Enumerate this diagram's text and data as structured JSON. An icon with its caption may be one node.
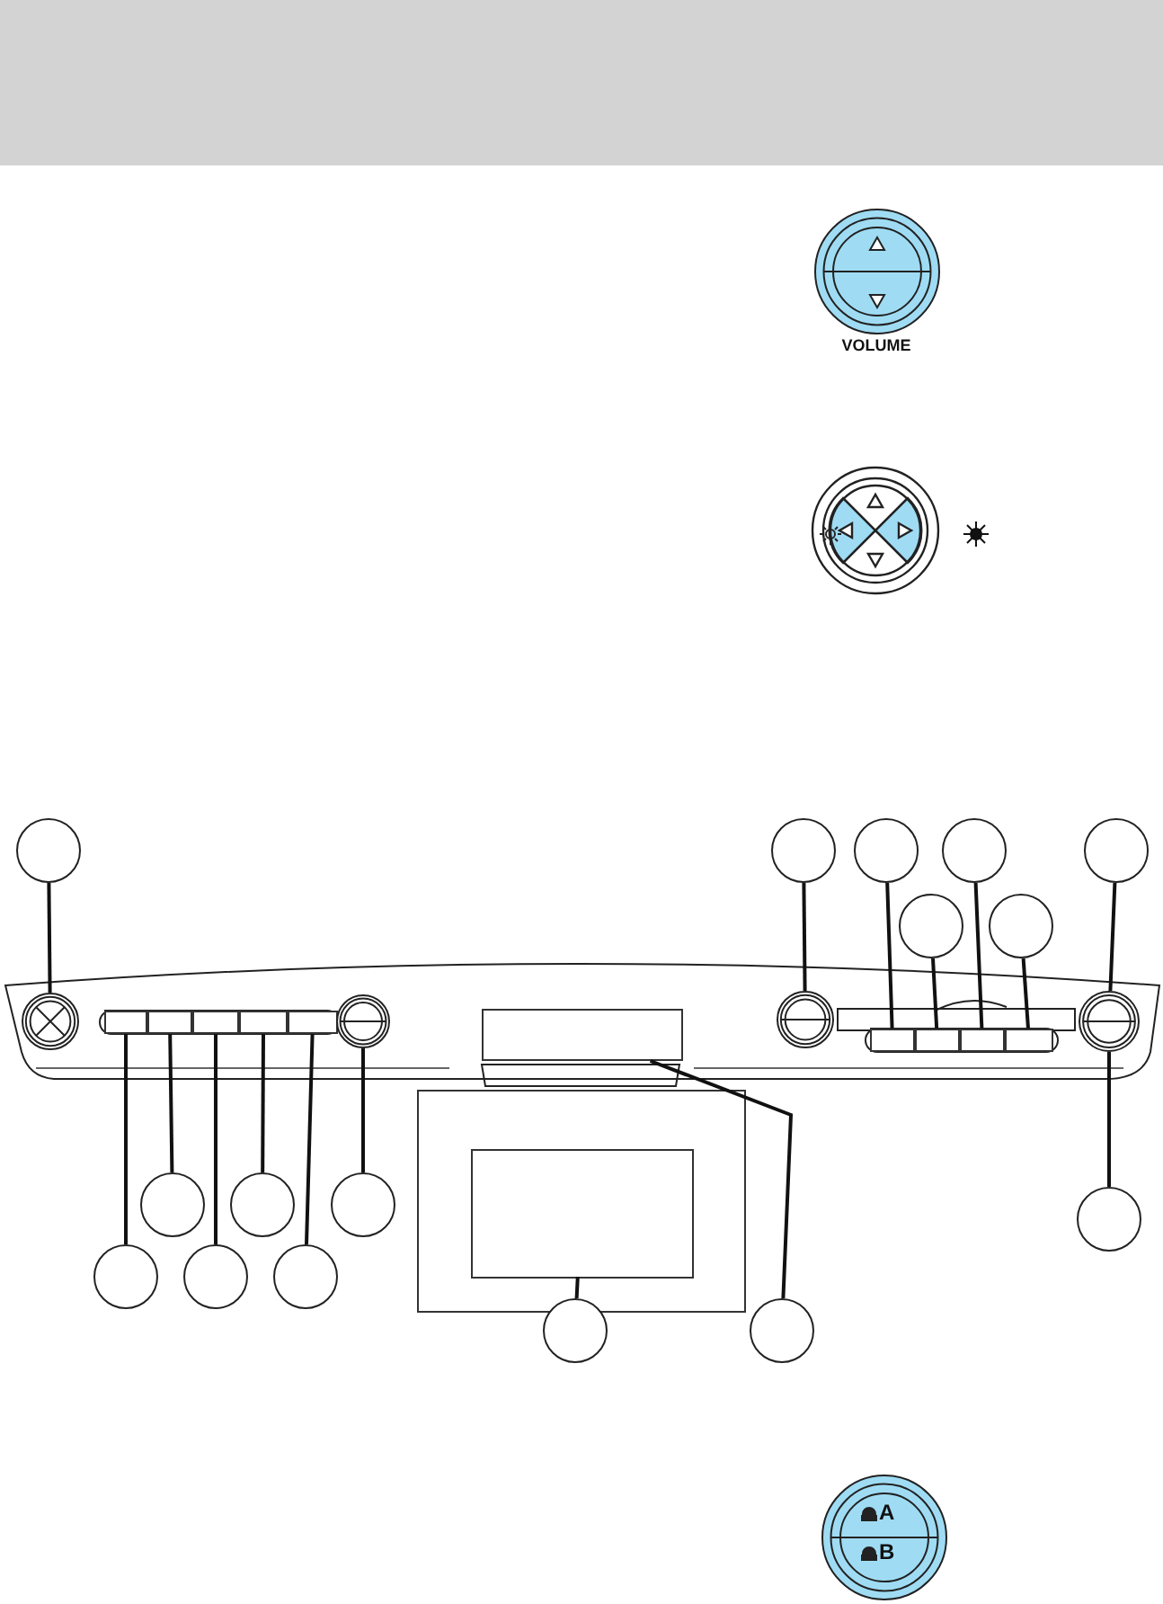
{
  "diagram": {
    "nodes": [
      {
        "text": [
          "VOLUME"
        ]
      },
      {
        "text": [],
        "shape": "circle"
      },
      {
        "text": [],
        "shape": "circle"
      },
      {
        "text": [],
        "shape": "circle"
      },
      {
        "text": [],
        "shape": "circle"
      },
      {
        "text": [],
        "shape": "circle"
      },
      {
        "text": [],
        "shape": "circle"
      },
      {
        "text": [],
        "shape": "circle"
      },
      {
        "text": [],
        "shape": "circle"
      },
      {
        "text": [],
        "shape": "circle"
      },
      {
        "text": [],
        "shape": "circle"
      },
      {
        "text": [],
        "shape": "circle"
      },
      {
        "text": [],
        "shape": "circle"
      },
      {
        "text": [],
        "shape": "circle"
      },
      {
        "text": [],
        "shape": "circle"
      },
      {
        "text": [],
        "shape": "circle"
      },
      {
        "text": [],
        "shape": "circle"
      },
      {
        "text": [],
        "shape": "circle"
      },
      {
        "text": [],
        "shape": "box"
      },
      {
        "text": [],
        "shape": "box"
      },
      {
        "text": [],
        "shape": "box"
      },
      {
        "text": [],
        "shape": "box"
      },
      {
        "text": [],
        "shape": "box"
      },
      {
        "text": [],
        "shape": "circle"
      },
      {
        "text": [],
        "shape": "box"
      },
      {
        "text": [],
        "shape": "box"
      },
      {
        "text": [],
        "shape": "box",
        "in": 25
      },
      {
        "text": [],
        "shape": "circle"
      },
      {
        "text": [],
        "shape": "box"
      },
      {
        "text": [],
        "shape": "box"
      },
      {
        "text": [],
        "shape": "box"
      },
      {
        "text": [],
        "shape": "box"
      },
      {
        "text": [],
        "shape": "circle"
      },
      {
        "text": [
          "A",
          "B"
        ]
      }
    ],
    "edges": [
      {
        "from": 1,
        "to": 17,
        "arrow": "none"
      },
      {
        "from": 2,
        "to": 27,
        "arrow": "none"
      },
      {
        "from": 3,
        "to": 28,
        "arrow": "none"
      },
      {
        "from": 4,
        "to": 30,
        "arrow": "none"
      },
      {
        "from": 5,
        "to": 32,
        "arrow": "none"
      },
      {
        "from": 6,
        "to": 29,
        "arrow": "none"
      },
      {
        "from": 7,
        "to": 31,
        "arrow": "none"
      },
      {
        "from": 8,
        "to": 19,
        "arrow": "none"
      },
      {
        "from": 9,
        "to": 21,
        "arrow": "none"
      },
      {
        "from": 10,
        "to": 23,
        "arrow": "none"
      },
      {
        "from": 11,
        "to": 32,
        "arrow": "none"
      },
      {
        "from": 12,
        "to": 18,
        "arrow": "none"
      },
      {
        "from": 13,
        "to": 20,
        "arrow": "none"
      },
      {
        "from": 14,
        "to": 22,
        "arrow": "none"
      },
      {
        "from": 15,
        "to": 26,
        "arrow": "none"
      },
      {
        "from": 16,
        "to": 24,
        "arrow": "none"
      }
    ]
  }
}
